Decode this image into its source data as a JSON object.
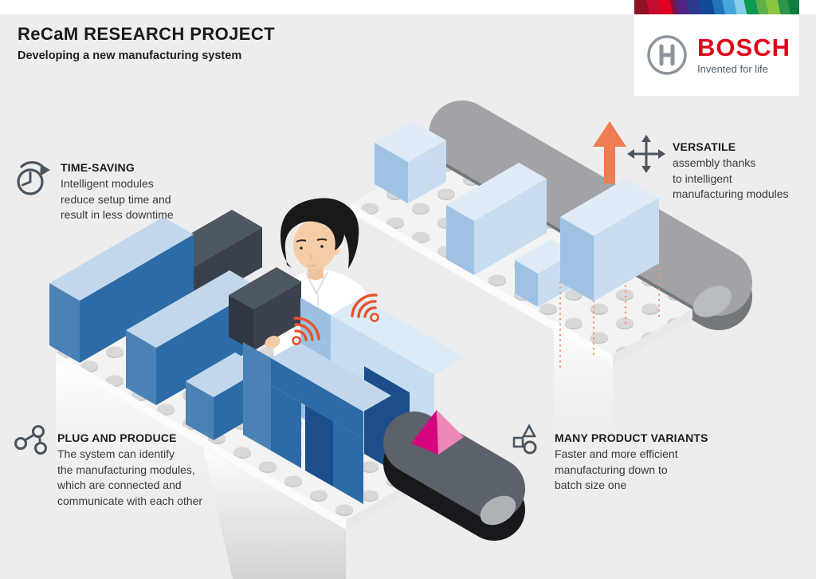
{
  "header": {
    "title": "ReCaM RESEARCH PROJECT",
    "subtitle": "Developing a new manufacturing system"
  },
  "brand": {
    "name": "BOSCH",
    "tagline": "Invented for life"
  },
  "callouts": [
    {
      "id": "time-saving",
      "icon": "clock-rotate-icon",
      "title": "TIME-SAVING",
      "lines": [
        "Intelligent modules",
        "reduce setup time and",
        "result in less downtime"
      ]
    },
    {
      "id": "versatile",
      "icon": "four-way-arrows-icon",
      "title": "VERSATILE",
      "lines": [
        "assembly thanks",
        "to intelligent",
        "manufacturing modules"
      ]
    },
    {
      "id": "plug-and-produce",
      "icon": "connected-nodes-icon",
      "title": "PLUG AND PRODUCE",
      "lines": [
        "The system can identify",
        "the manufacturing modules,",
        "which are connected and",
        "communicate with each other"
      ]
    },
    {
      "id": "many-product-variants",
      "icon": "shape-variants-icon",
      "title": "MANY PRODUCT VARIANTS",
      "lines": [
        "Faster and more efficient",
        "manufacturing down to",
        "batch size one"
      ]
    }
  ],
  "palette": {
    "background": "#ededee",
    "bosch_red": "#e10019",
    "accent_orange": "#ef7c52",
    "signal_orange": "#e8512c",
    "module_blue_dark": "#2d6ba7",
    "module_blue_mid": "#4b82b6",
    "module_blue_light": "#c6dcf0",
    "module_blue_top": "#c2d7ec",
    "inner_navy": "#1c4e8c",
    "product_magenta": "#d6077e",
    "product_pink": "#ee87b8",
    "icon_slate": "#4c5661"
  }
}
